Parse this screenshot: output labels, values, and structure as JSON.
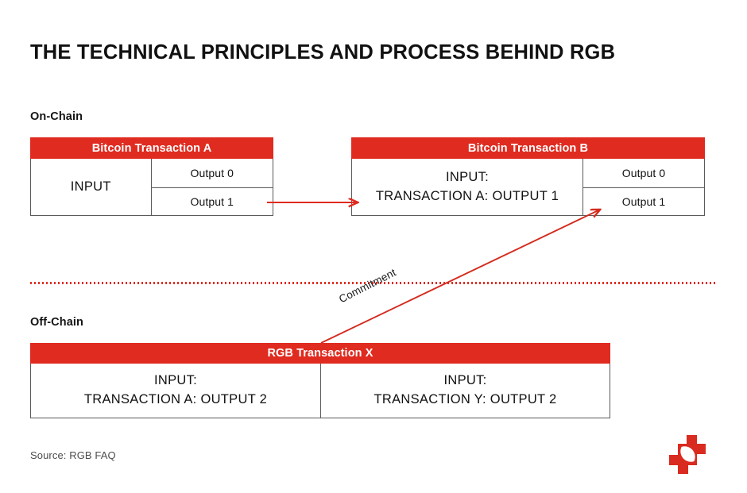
{
  "page": {
    "title": "THE TECHNICAL PRINCIPLES AND PROCESS BEHIND RGB",
    "source": "Source: RGB FAQ",
    "accent_color": "#E02B20",
    "border_color": "#5A5A5A",
    "background_color": "#FFFFFF",
    "text_color": "#111111"
  },
  "sections": {
    "onchain_label": "On-Chain",
    "offchain_label": "Off-Chain"
  },
  "divider": {
    "style": "dotted",
    "color": "#E02B20"
  },
  "boxes": {
    "tx_a": {
      "header": "Bitcoin Transaction A",
      "input": "INPUT",
      "outputs": [
        "Output 0",
        "Output 1"
      ]
    },
    "tx_b": {
      "header": "Bitcoin Transaction B",
      "input_line1": "INPUT:",
      "input_line2": "TRANSACTION A: OUTPUT 1",
      "outputs": [
        "Output 0",
        "Output 1"
      ]
    },
    "tx_x": {
      "header": "RGB Transaction X",
      "inputs": [
        {
          "line1": "INPUT:",
          "line2": "TRANSACTION A: OUTPUT 2"
        },
        {
          "line1": "INPUT:",
          "line2": "TRANSACTION Y: OUTPUT 2"
        }
      ]
    }
  },
  "arrows": {
    "spend_arrow": {
      "label": "",
      "from": "tx_a.output_1",
      "to": "tx_b.input",
      "color": "#E02B20"
    },
    "commitment_arrow": {
      "label": "Commitment",
      "from": "tx_x.header",
      "to": "tx_b.output_1",
      "color": "#D42B1E"
    }
  },
  "logo": {
    "name": "brand-logo",
    "color": "#D92B1F"
  }
}
